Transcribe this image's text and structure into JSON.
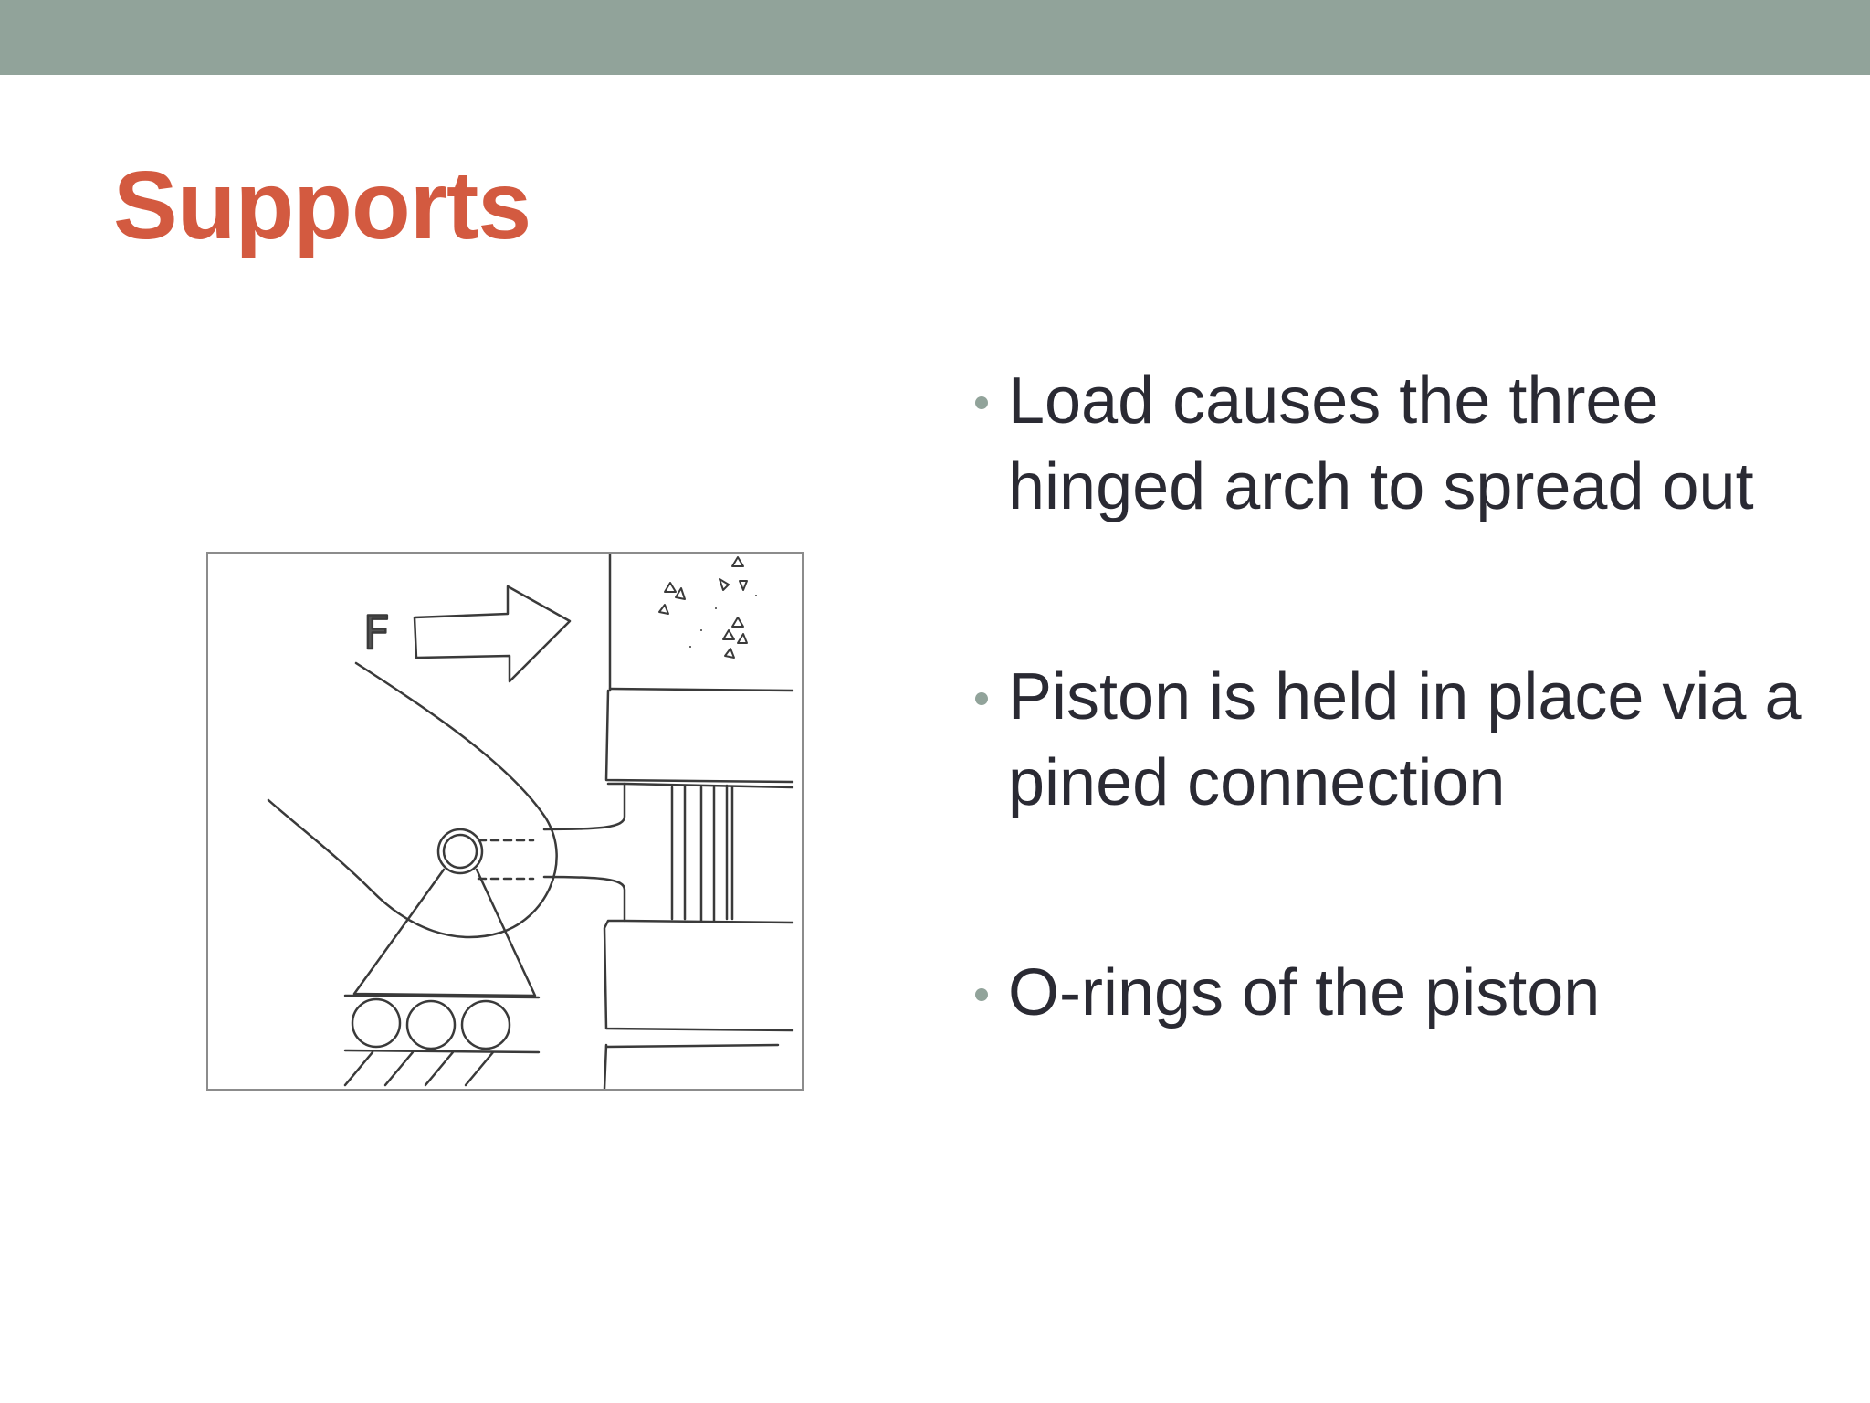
{
  "slide": {
    "title": "Supports",
    "bullets": [
      {
        "text": "Load causes the three hinged arch to spread out"
      },
      {
        "text": "Piston is held in place via a pined connection"
      },
      {
        "text": "O-rings of the piston"
      }
    ]
  },
  "figure": {
    "force_label": "F"
  },
  "colors": {
    "header_band": "#91a39a",
    "title": "#d35a40",
    "body_text": "#2a2a33",
    "bullet_dot": "#91a39a"
  }
}
